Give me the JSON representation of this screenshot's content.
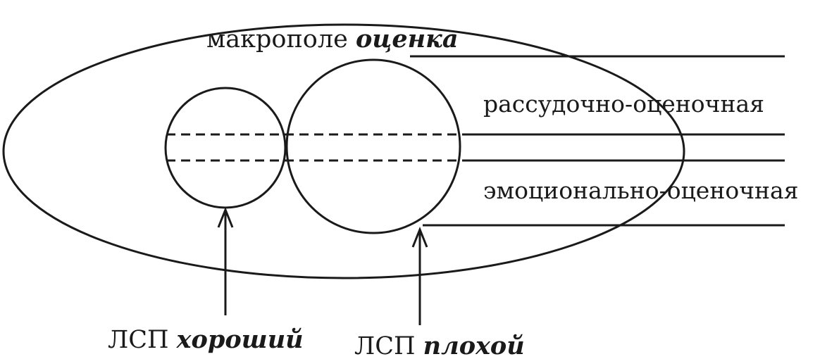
{
  "diagram": {
    "macrofield": {
      "prefix": "макрополе",
      "term": "оценка"
    },
    "bands": {
      "rational": "рассудочно-оценочная",
      "emotional": "эмоционально-оценочная"
    },
    "fields": {
      "good": {
        "prefix": "ЛСП",
        "term": "хороший"
      },
      "bad": {
        "prefix": "ЛСП",
        "term": "плохой"
      }
    },
    "colors": {
      "stroke": "#1a1a1a",
      "background": "#ffffff"
    }
  }
}
